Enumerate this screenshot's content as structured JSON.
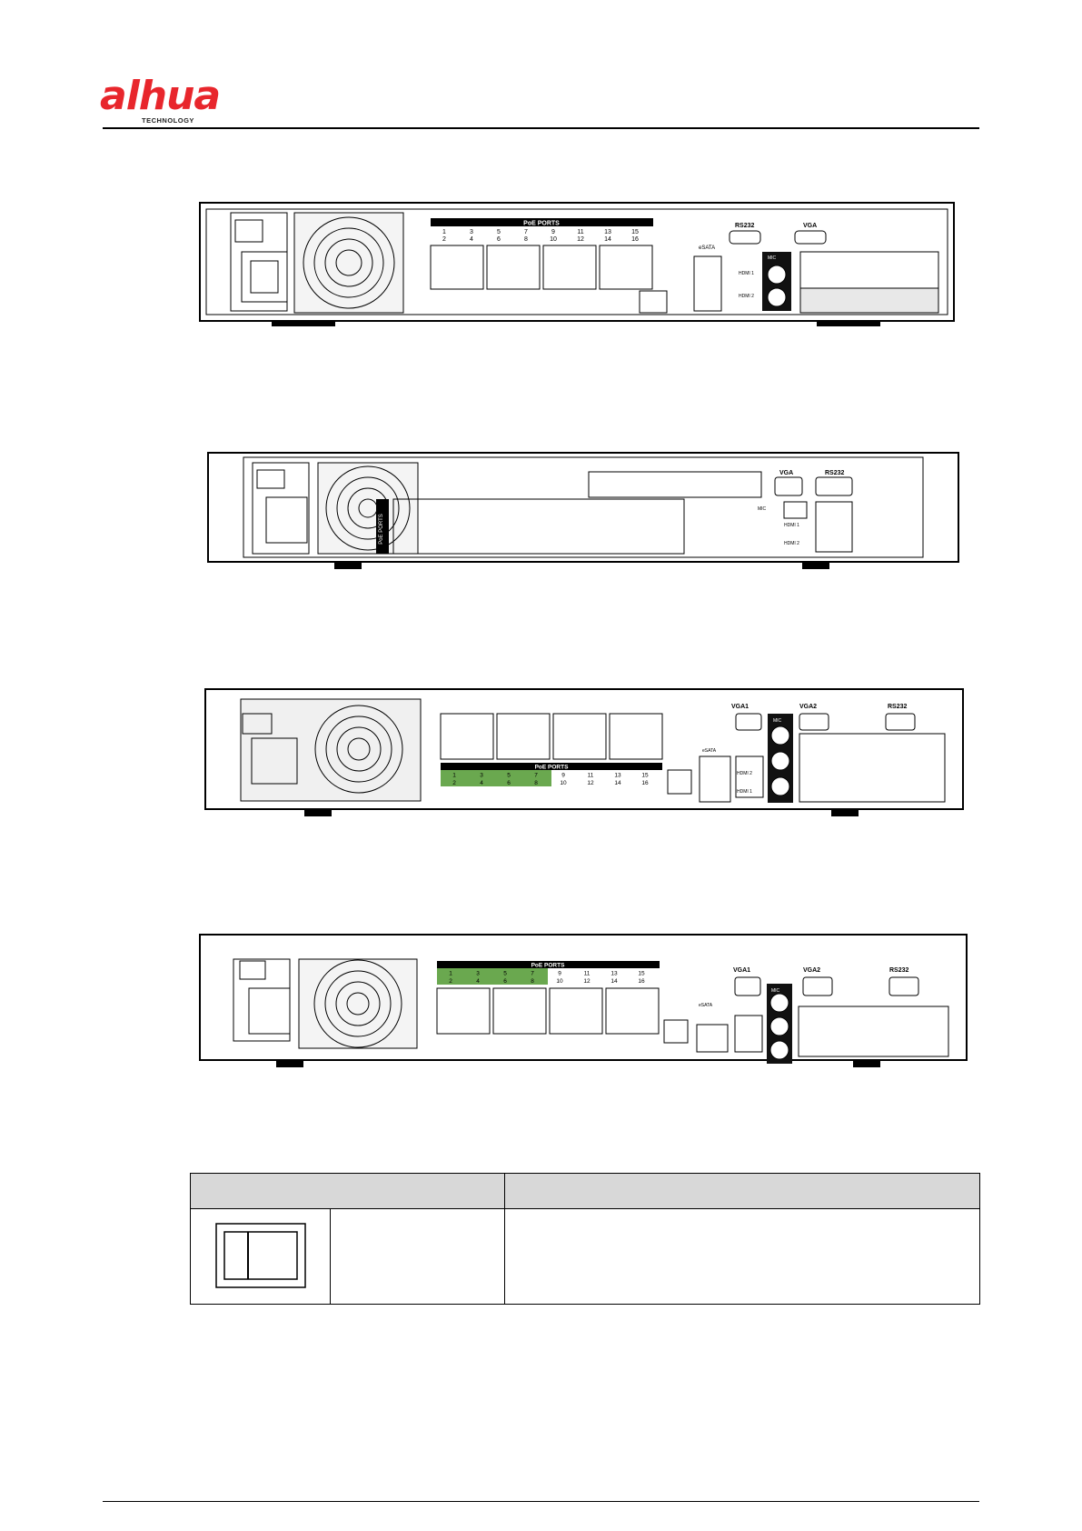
{
  "header": {
    "brand": "alhua",
    "brand_sub": "TECHNOLOGY",
    "brand_color": "#e8262c"
  },
  "figures": [
    {
      "name": "rear-panel-1",
      "labels": {
        "poe_title": "PoE PORTS",
        "poe_top": [
          "1",
          "3",
          "5",
          "7",
          "9",
          "11",
          "13",
          "15"
        ],
        "poe_bottom": [
          "2",
          "4",
          "6",
          "8",
          "10",
          "12",
          "14",
          "16"
        ],
        "rs232": "RS232",
        "vga": "VGA",
        "mic": "MIC",
        "esata": "eSATA",
        "hdmi1": "HDMI 1",
        "hdmi2": "HDMI 2"
      }
    },
    {
      "name": "rear-panel-2",
      "labels": {
        "poe_side": "PoE PORTS",
        "vga": "VGA",
        "rs232": "RS232",
        "mic": "MIC",
        "hdmi1": "HDMI 1",
        "hdmi2": "HDMI 2"
      }
    },
    {
      "name": "rear-panel-3",
      "labels": {
        "poe_title": "PoE PORTS",
        "poe_top": [
          "1",
          "3",
          "5",
          "7",
          "9",
          "11",
          "13",
          "15"
        ],
        "poe_bottom": [
          "2",
          "4",
          "6",
          "8",
          "10",
          "12",
          "14",
          "16"
        ],
        "vga1": "VGA1",
        "vga2": "VGA2",
        "rs232": "RS232",
        "esata": "eSATA",
        "hdmi1": "HDMI 1",
        "hdmi2": "HDMI 2",
        "mic": "MIC"
      }
    },
    {
      "name": "rear-panel-4",
      "labels": {
        "poe_title": "PoE PORTS",
        "poe_top": [
          "1",
          "3",
          "5",
          "7",
          "9",
          "11",
          "13",
          "15"
        ],
        "poe_bottom": [
          "2",
          "4",
          "6",
          "8",
          "10",
          "12",
          "14",
          "16"
        ],
        "vga1": "VGA1",
        "vga2": "VGA2",
        "rs232": "RS232",
        "esata": "eSATA",
        "mic": "MIC"
      }
    }
  ],
  "table": {
    "headers": [
      "",
      ""
    ],
    "rows": [
      {
        "icon": "power-switch-icon",
        "name": "",
        "description": ""
      }
    ]
  },
  "colors": {
    "poe_green": "#6aa84f",
    "header_fill": "#d8d8d8"
  }
}
